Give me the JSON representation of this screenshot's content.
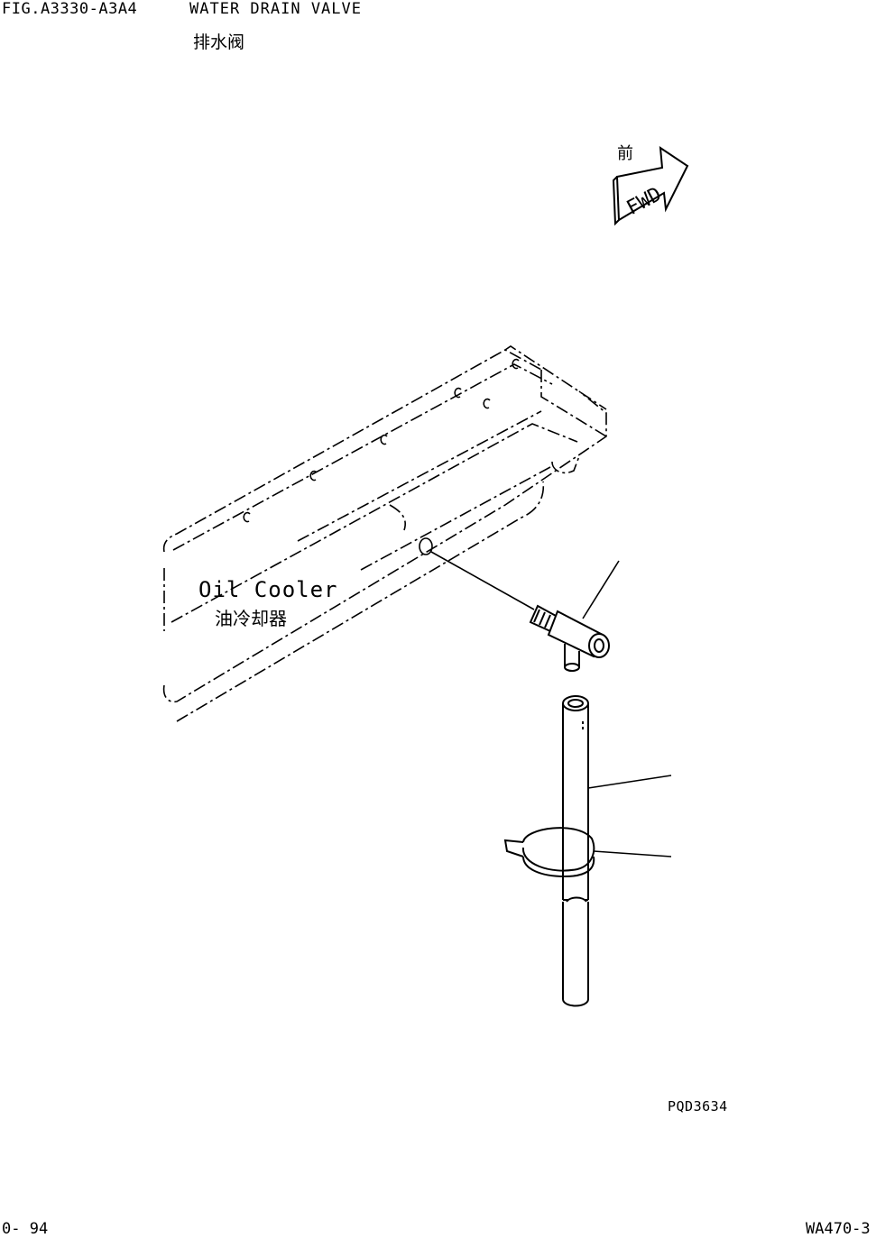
{
  "header": {
    "fig_code": "FIG.A3330-A3A4",
    "title_en": "WATER DRAIN VALVE",
    "title_cn": "排水阀"
  },
  "fwd_indicator": {
    "label_cn": "前",
    "arrow_text": "FWD"
  },
  "component_label": {
    "en": "Oil Cooler",
    "cn": "油冷却器"
  },
  "drawing_number": "PQD3634",
  "footer": {
    "page": "0- 94",
    "model": "WA470-3"
  }
}
